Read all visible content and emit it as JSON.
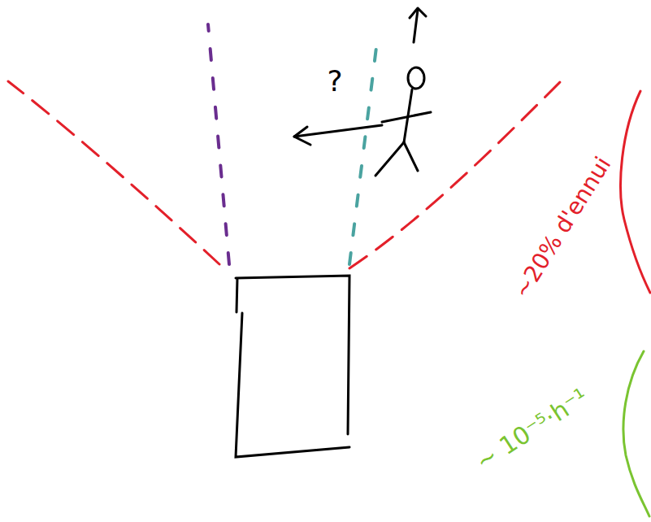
{
  "diagram": {
    "labels": [
      "?",
      "~20% d'ennui",
      "~ 10⁻⁵·h⁻¹"
    ]
  }
}
